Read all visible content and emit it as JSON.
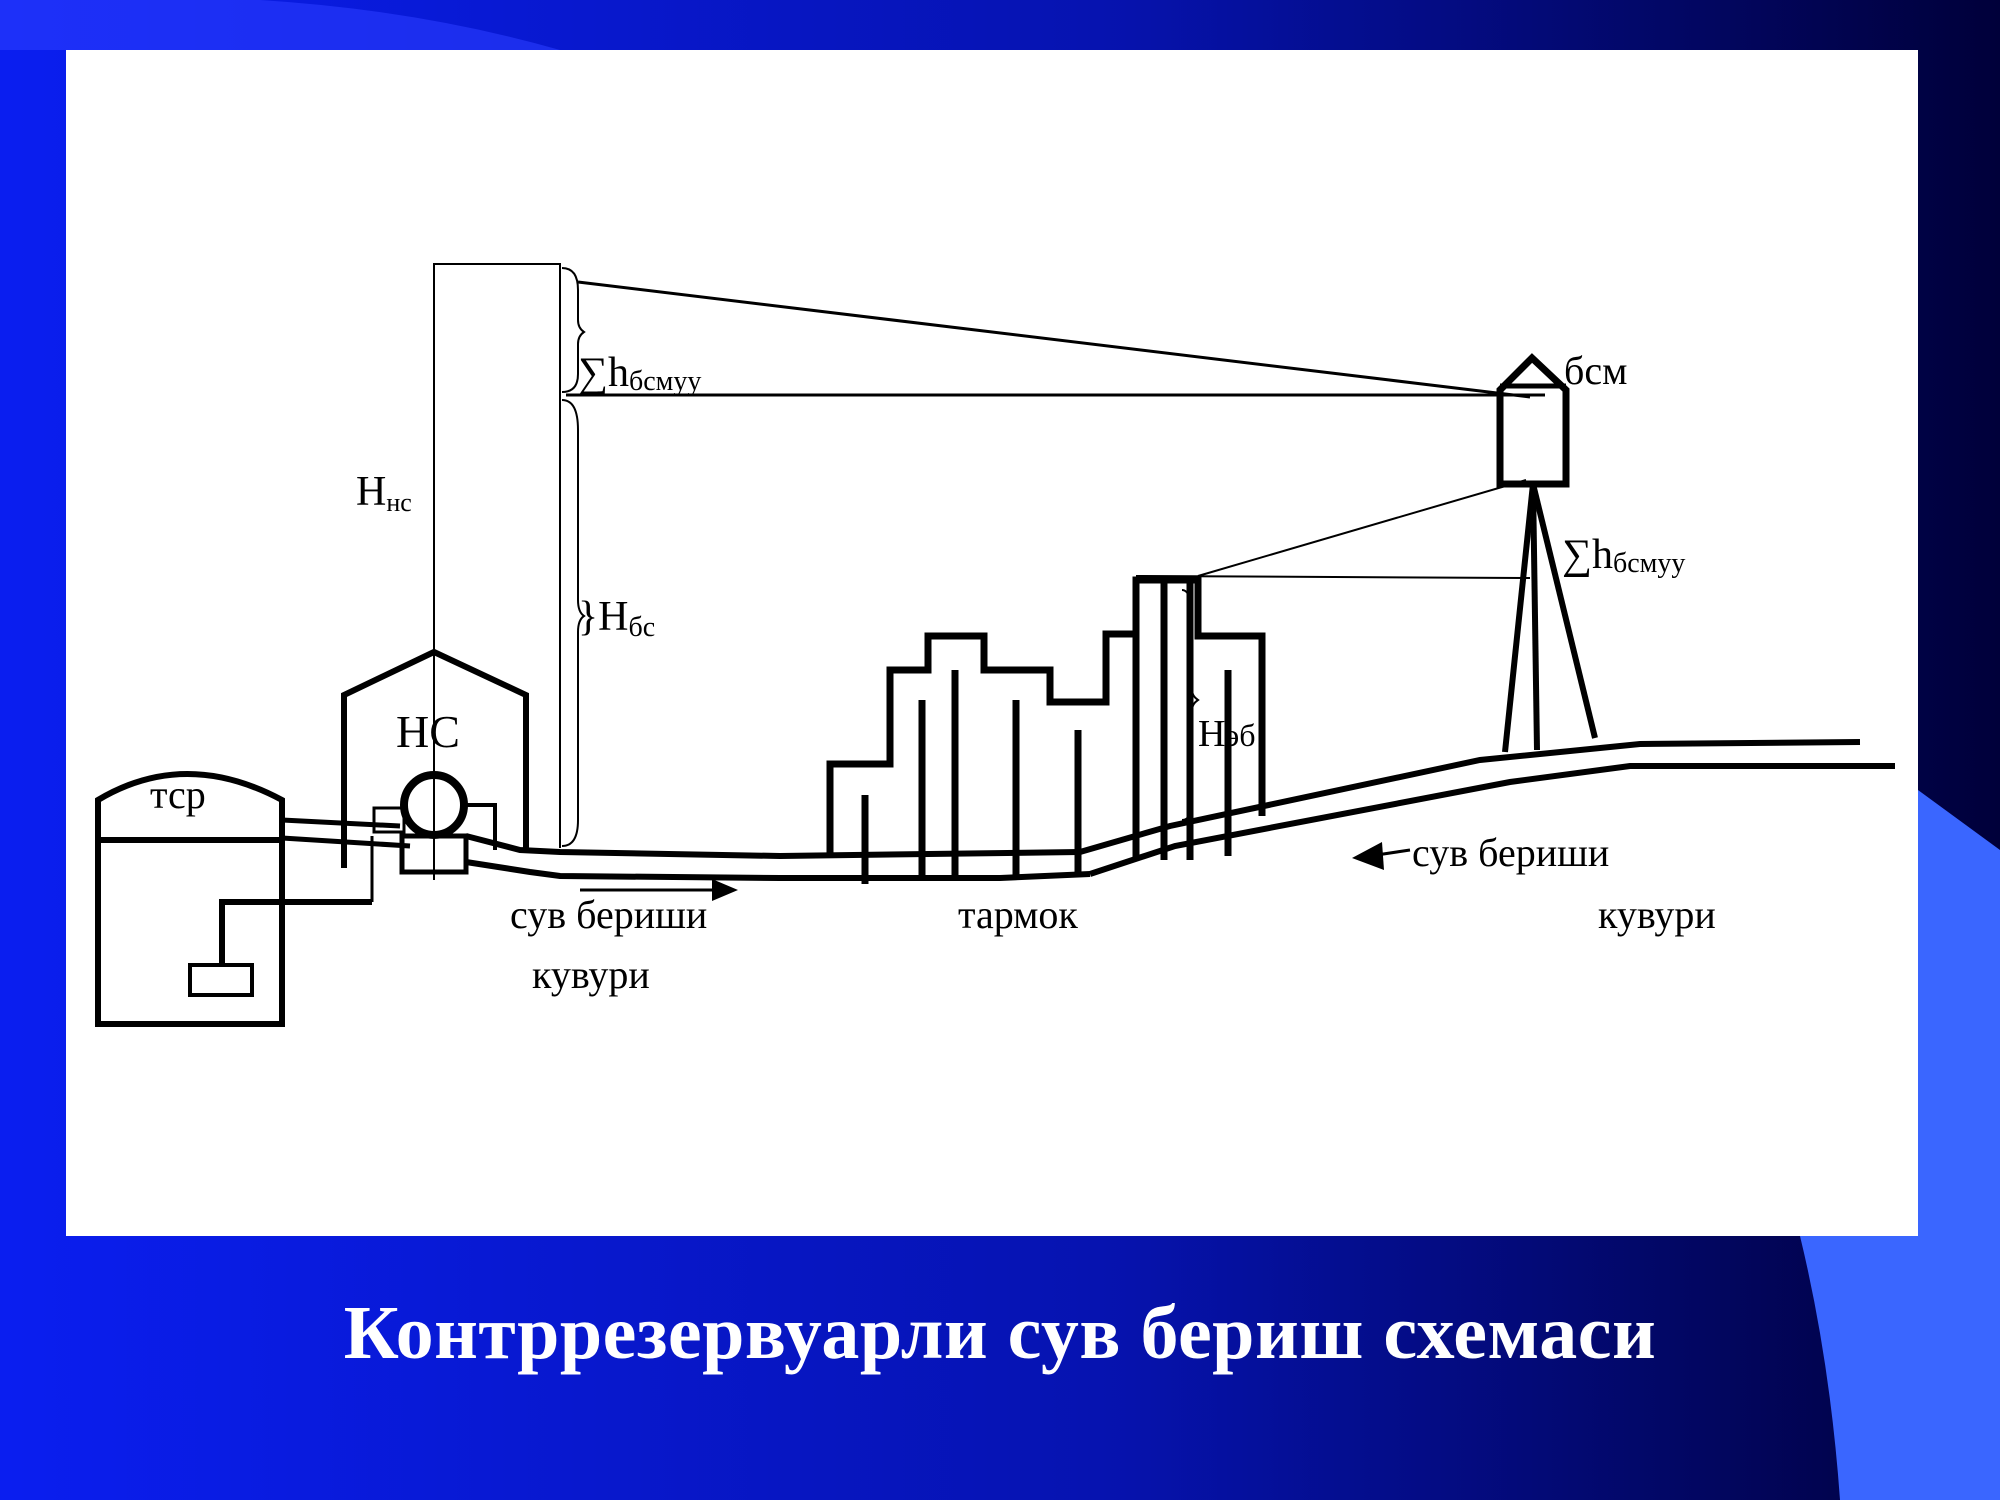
{
  "slide": {
    "title": "Контррезервуарли сув бериш схемаси",
    "colors": {
      "background_left": "#0a1ef0",
      "background_right": "#00003a",
      "accent_shape": "#3a66ff",
      "panel": "#ffffff",
      "title": "#ffffff"
    }
  },
  "diagram": {
    "labels": {
      "tank_left": "тср",
      "pump_station": "НС",
      "h_ns_main": "Н",
      "h_ns_sub": "нс",
      "sum_top_main": "∑h",
      "sum_top_sub": "бсмуу",
      "h_bs_main": "}Н",
      "h_bs_sub": "бс",
      "tower_label": "бсм",
      "sum_right_main": "∑h",
      "sum_right_sub": "бсмуу",
      "h_eb_main": "Н",
      "h_eb_sub": "эб",
      "pipe_left_line1": "сув бериши",
      "pipe_left_line2": "кувури",
      "network": "тармок",
      "pipe_right_line1": "сув бериши",
      "pipe_right_line2": "кувури"
    },
    "icons": {
      "reservoir": "reservoir-tank-icon",
      "pump": "pump-icon",
      "tower": "water-tower-icon",
      "arrows": "arrow-icon"
    }
  }
}
